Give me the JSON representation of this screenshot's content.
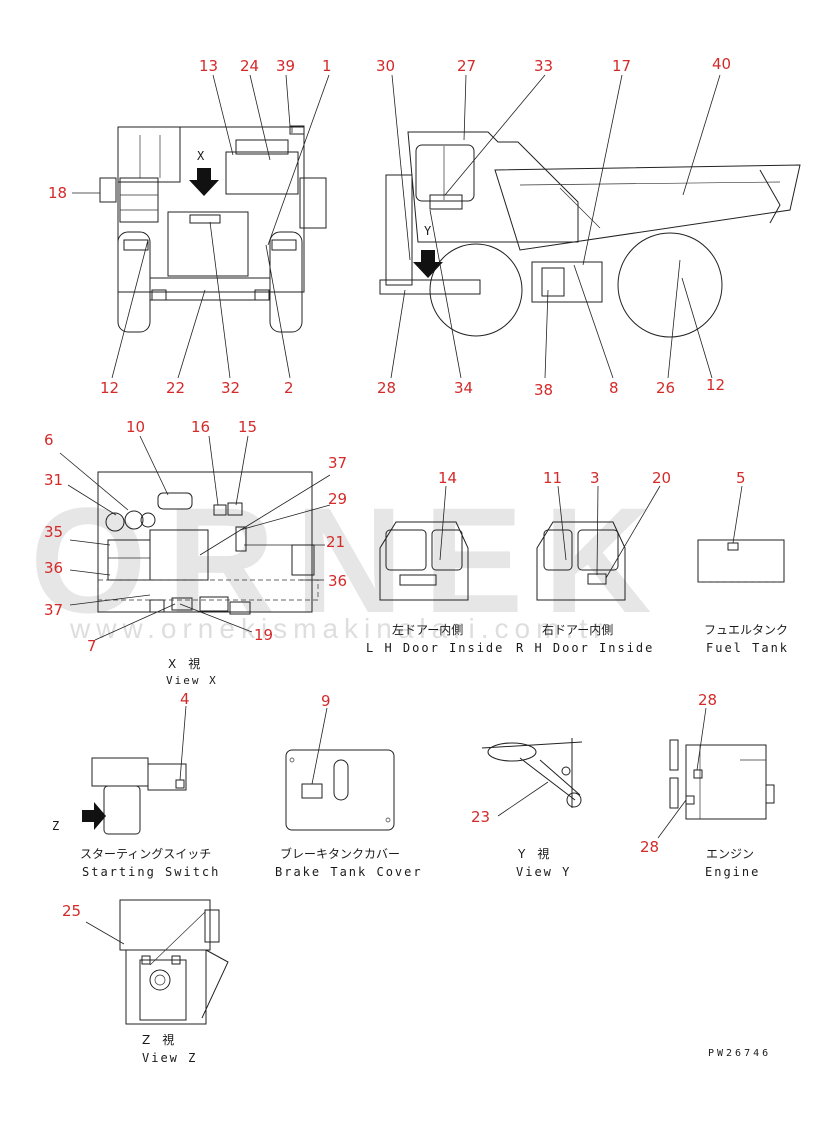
{
  "watermark": {
    "brand": "ORNEK",
    "site": "www.ornekismakinalari.com.tr"
  },
  "doc_code": "PW26746",
  "callouts": {
    "front": [
      "13",
      "24",
      "39",
      "1",
      "18",
      "12",
      "22",
      "32",
      "2"
    ],
    "side": [
      "30",
      "27",
      "33",
      "17",
      "40",
      "28",
      "34",
      "38",
      "8",
      "26",
      "12"
    ],
    "view_x": [
      "6",
      "10",
      "16",
      "15",
      "31",
      "37",
      "29",
      "21",
      "35",
      "36",
      "36",
      "37",
      "7",
      "19"
    ],
    "lh_door": [
      "14"
    ],
    "rh_door": [
      "11",
      "3",
      "20"
    ],
    "fuel_tank": [
      "5"
    ],
    "starting_switch": [
      "4"
    ],
    "brake_tank": [
      "9"
    ],
    "view_y": [
      "23"
    ],
    "engine": [
      "28",
      "28"
    ],
    "view_z": [
      "25"
    ]
  },
  "letters": {
    "x": "X",
    "y": "Y",
    "z": "Z"
  },
  "captions": {
    "view_x": {
      "jp": "X　視",
      "en": "View X"
    },
    "lh_door": {
      "jp": "左ドアー内側",
      "en": "L H Door Inside"
    },
    "rh_door": {
      "jp": "右ドアー内側",
      "en": "R H Door Inside"
    },
    "fuel_tank": {
      "jp": "フュエルタンク",
      "en": "Fuel Tank"
    },
    "starting_switch": {
      "jp": "スターティングスイッチ",
      "en": "Starting Switch"
    },
    "brake_tank": {
      "jp": "ブレーキタンクカバー",
      "en": "Brake Tank Cover"
    },
    "view_y": {
      "jp": "Y　視",
      "en": "View Y"
    },
    "engine": {
      "jp": "エンジン",
      "en": "Engine"
    },
    "view_z": {
      "jp": "Z　視",
      "en": "View Z"
    }
  }
}
